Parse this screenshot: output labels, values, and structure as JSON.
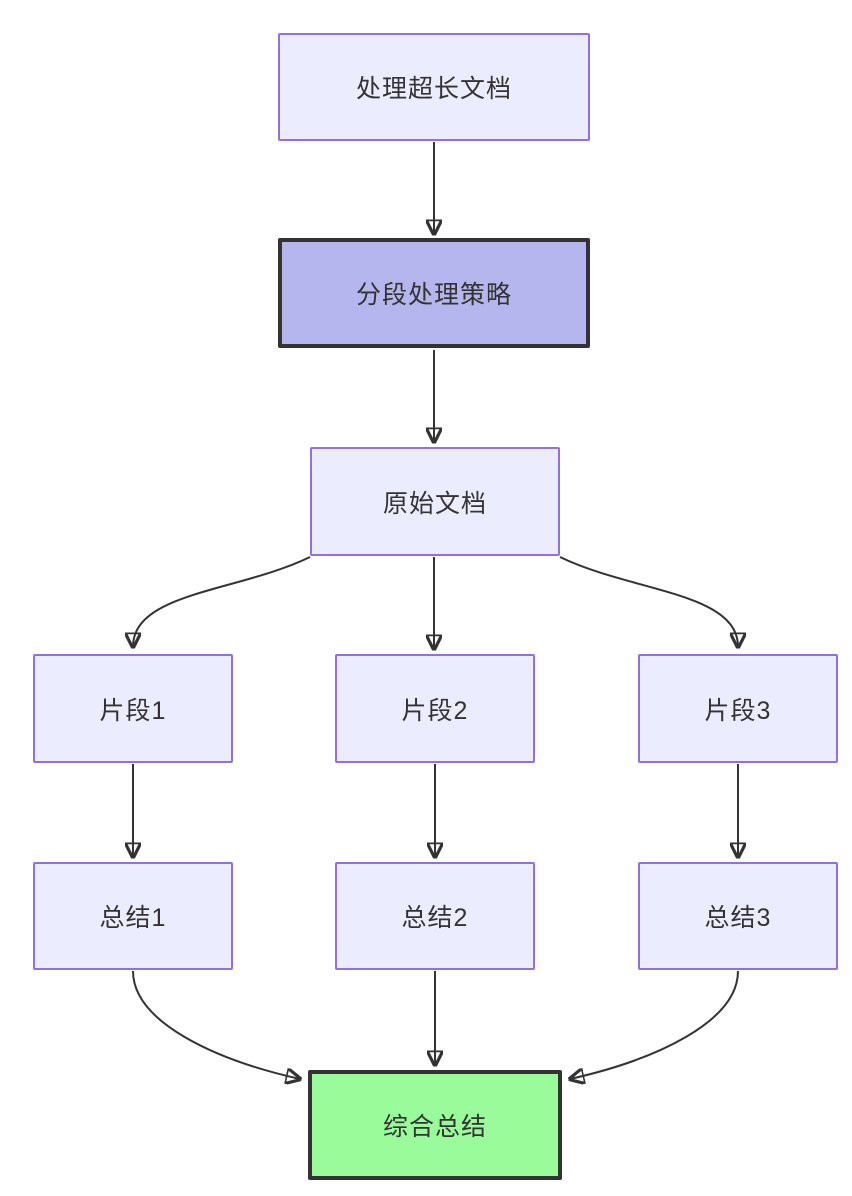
{
  "diagram": {
    "type": "flowchart",
    "direction": "top-down",
    "nodes": [
      {
        "id": "A",
        "label": "处理超长文档",
        "style": "default"
      },
      {
        "id": "B",
        "label": "分段处理策略",
        "style": "highlight"
      },
      {
        "id": "C",
        "label": "原始文档",
        "style": "default"
      },
      {
        "id": "D1",
        "label": "片段1",
        "style": "default"
      },
      {
        "id": "D2",
        "label": "片段2",
        "style": "default"
      },
      {
        "id": "D3",
        "label": "片段3",
        "style": "default"
      },
      {
        "id": "E1",
        "label": "总结1",
        "style": "default"
      },
      {
        "id": "E2",
        "label": "总结2",
        "style": "default"
      },
      {
        "id": "E3",
        "label": "总结3",
        "style": "default"
      },
      {
        "id": "F",
        "label": "综合总结",
        "style": "result"
      }
    ],
    "edges": [
      {
        "from": "A",
        "to": "B"
      },
      {
        "from": "B",
        "to": "C"
      },
      {
        "from": "C",
        "to": "D1"
      },
      {
        "from": "C",
        "to": "D2"
      },
      {
        "from": "C",
        "to": "D3"
      },
      {
        "from": "D1",
        "to": "E1"
      },
      {
        "from": "D2",
        "to": "E2"
      },
      {
        "from": "D3",
        "to": "E3"
      },
      {
        "from": "E1",
        "to": "F"
      },
      {
        "from": "E2",
        "to": "F"
      },
      {
        "from": "E3",
        "to": "F"
      }
    ],
    "colors": {
      "background": "#FFFFFF",
      "default_fill": "#ECECFF",
      "default_border": "#9370DB",
      "highlight_fill": "#B6B6EE",
      "highlight_border": "#333333",
      "result_fill": "#99FB99",
      "result_border": "#333333",
      "edge": "#333333",
      "text": "#333333"
    }
  }
}
